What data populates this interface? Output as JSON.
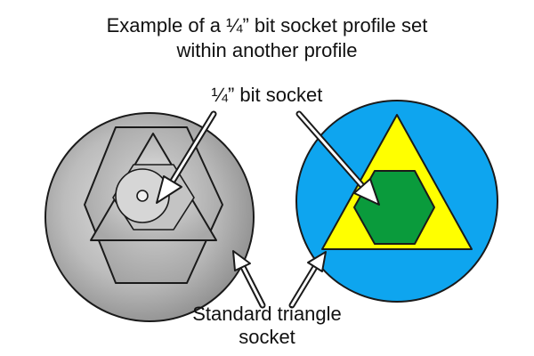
{
  "title": {
    "line1": "Example of a ¼” bit socket profile set",
    "line2": "within another profile"
  },
  "labels": {
    "bit_socket": "¼” bit socket",
    "standard_triangle_line1": "Standard triangle",
    "standard_triangle_line2": "socket"
  },
  "colors": {
    "left_socket_fill": "#b0b0b0",
    "right_socket_fill": "#0ea5ef",
    "triangle_fill": "#ffff00",
    "hexagon_fill": "#0a9b3c",
    "outline": "#1a1a1a"
  }
}
